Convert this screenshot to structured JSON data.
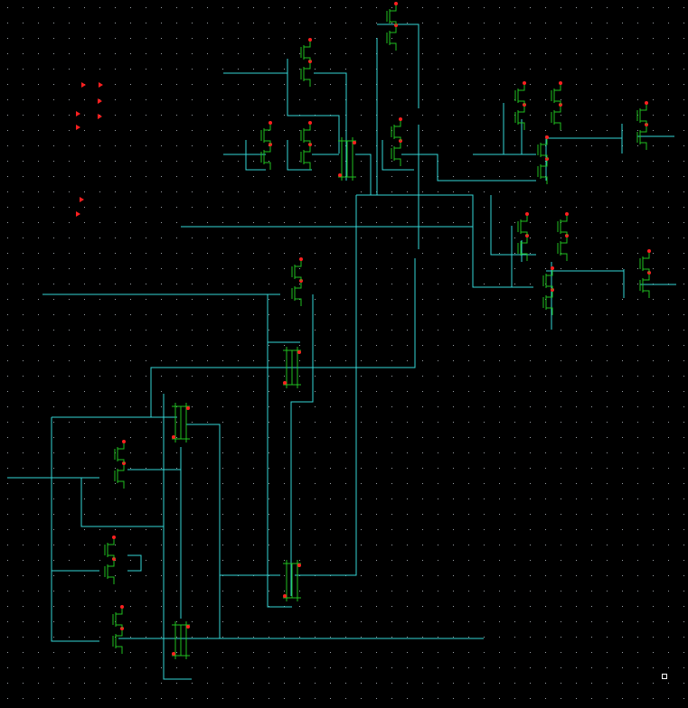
{
  "window": {
    "background_color": "#000000"
  },
  "colors": {
    "wire": "#33d6d6",
    "device": "#20c020",
    "pin": "#ff2020",
    "grid_dot": "#9aa0a6",
    "marker": "#ffffff"
  },
  "schematic": {
    "grid": true,
    "devices": [
      {
        "name": "nmos-pmos-pair-1"
      },
      {
        "name": "nmos-pmos-pair-2"
      },
      {
        "name": "inverter-top"
      },
      {
        "name": "transmission-gate-1"
      },
      {
        "name": "transmission-gate-2"
      },
      {
        "name": "transmission-gate-3"
      },
      {
        "name": "transmission-gate-4"
      },
      {
        "name": "output-inverter-1"
      },
      {
        "name": "output-inverter-2"
      }
    ]
  }
}
